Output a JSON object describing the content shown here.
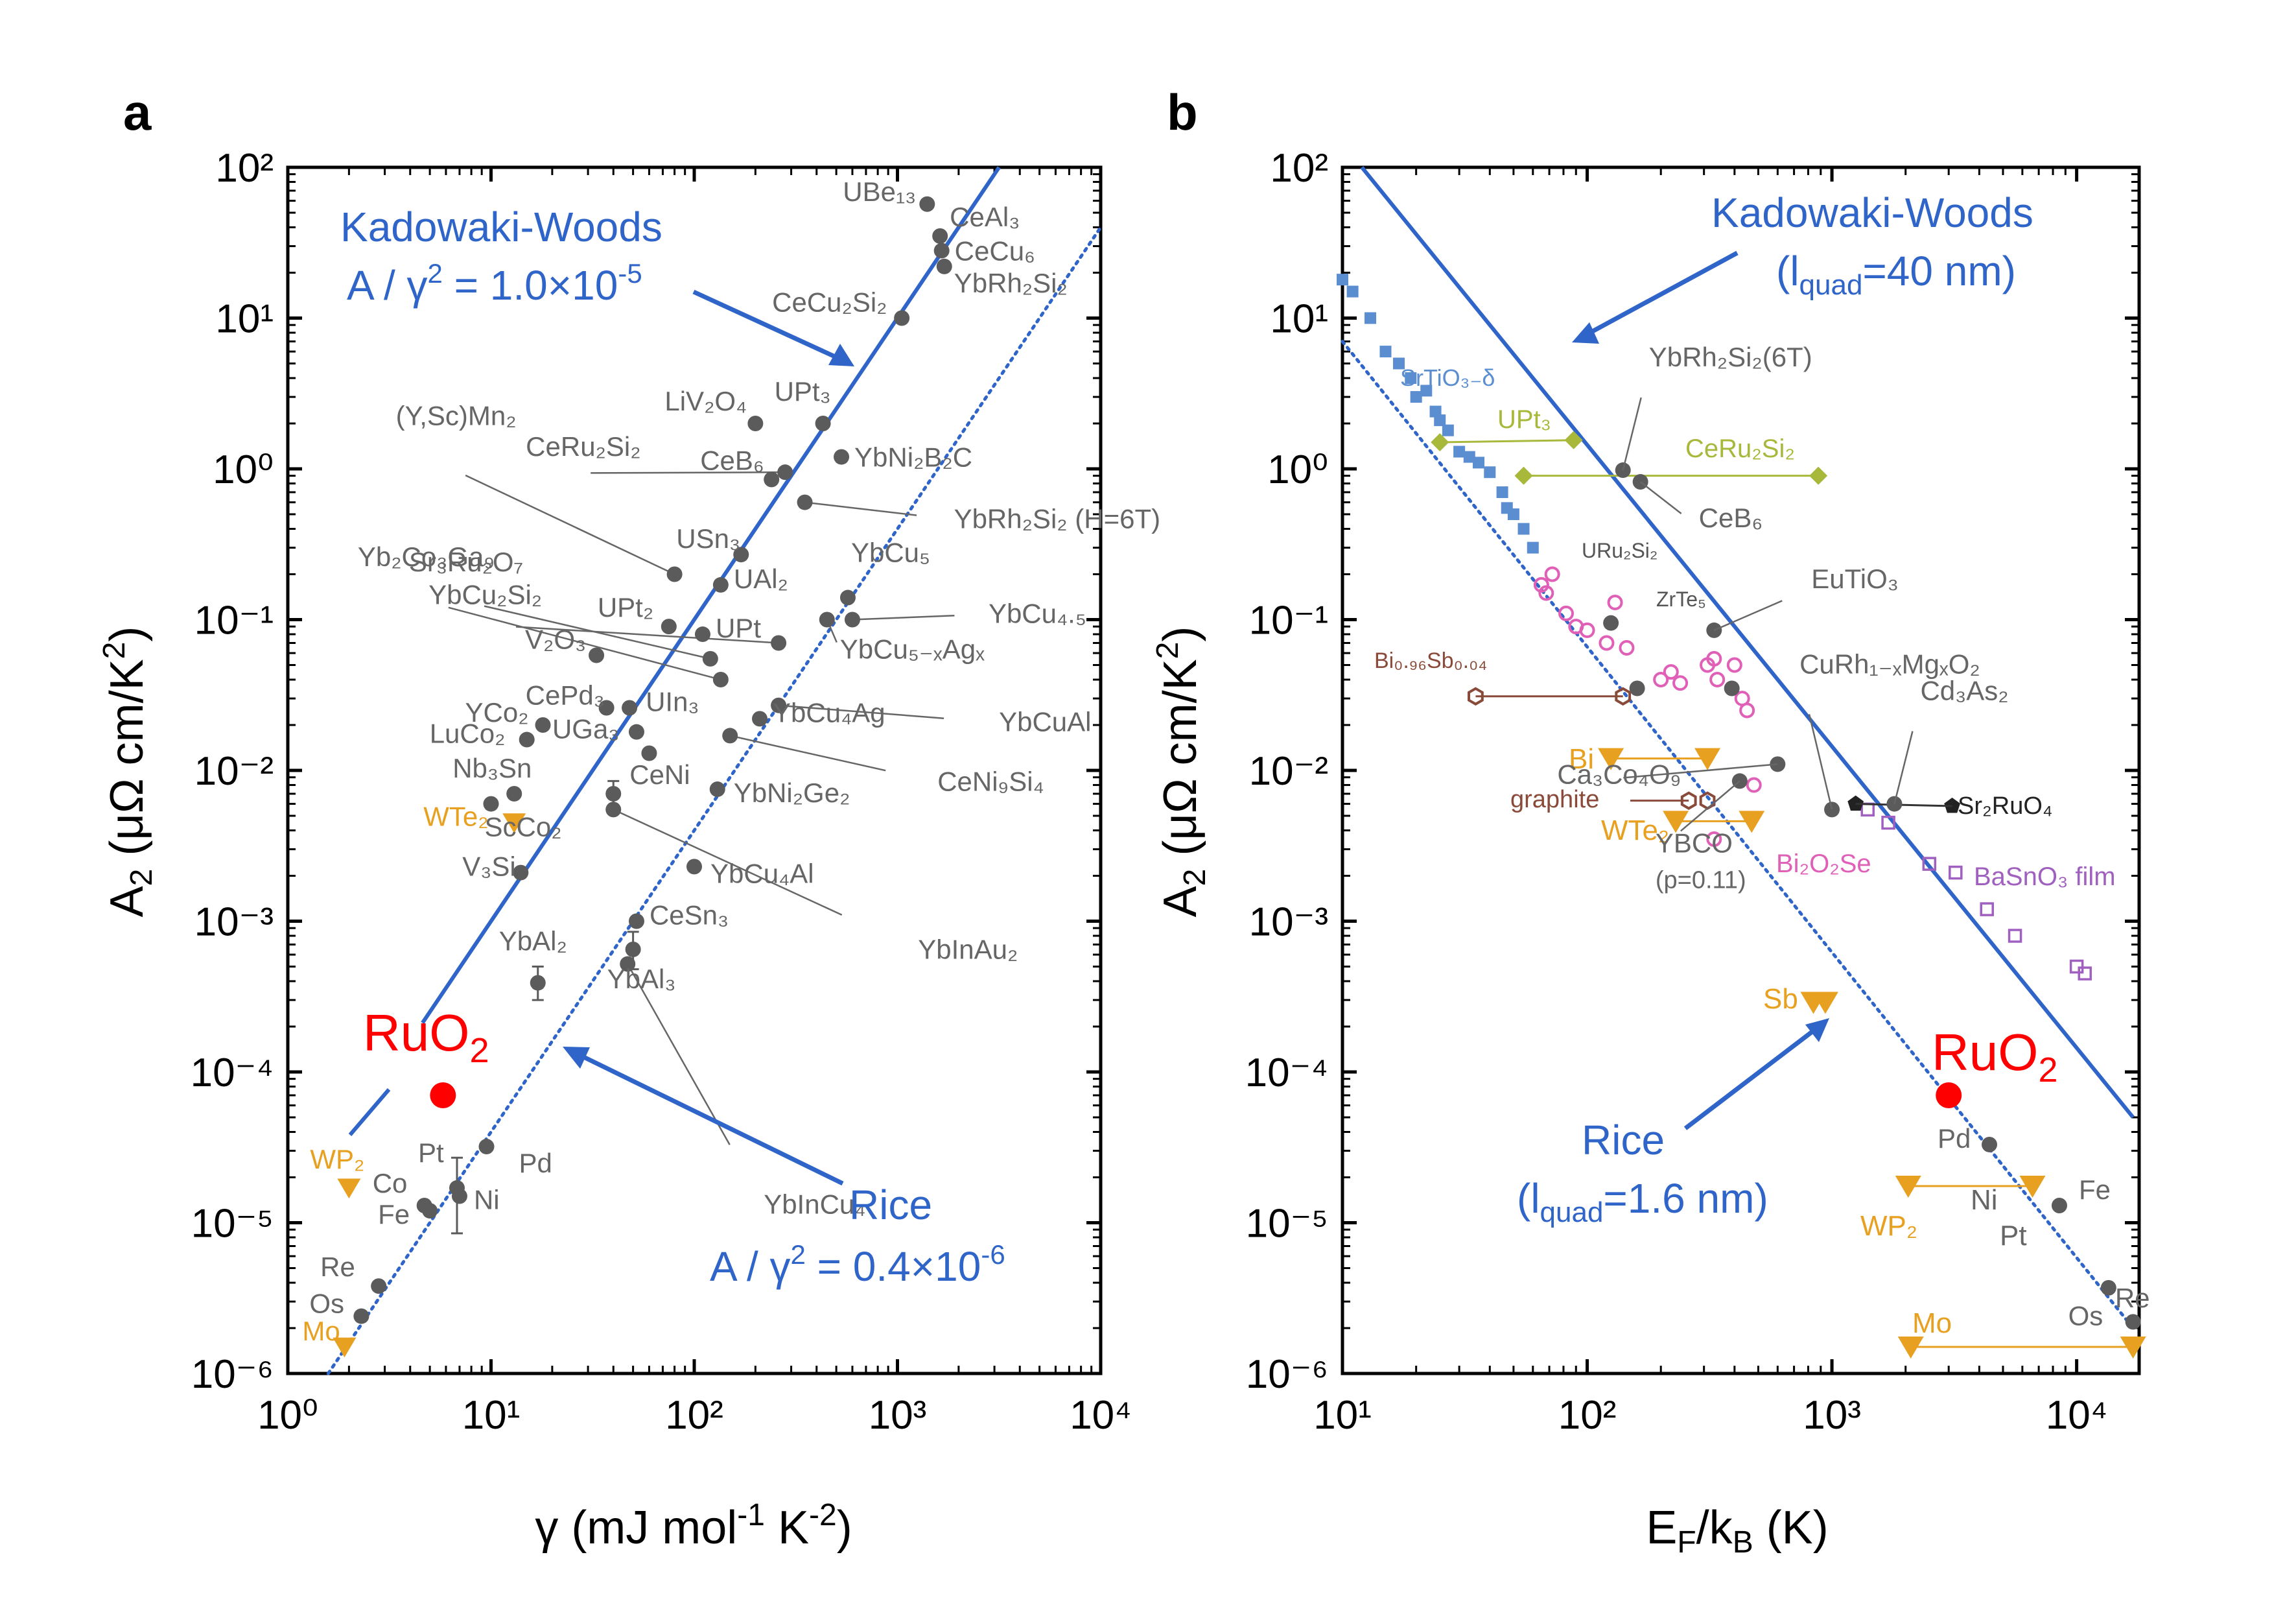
{
  "colors": {
    "blue": "#2f64c8",
    "grey": "#5b5b5b",
    "label_grey": "#666666",
    "orange": "#e8a020",
    "red": "#ff0000",
    "olive": "#a8b83a",
    "lightblue": "#5a8ed0",
    "pink": "#e060b8",
    "purple": "#a060c0",
    "brown": "#8a4a3a",
    "black": "#222222"
  },
  "chart_data": [
    {
      "type": "scatter",
      "panel": "a",
      "xlabel": "γ (mJ mol⁻¹ K⁻²)",
      "ylabel": "A₂ (μΩ cm/K²)",
      "xscale": "log",
      "yscale": "log",
      "xlim": [
        1,
        10000
      ],
      "ylim": [
        1e-06,
        100
      ],
      "xticks": [
        "10⁰",
        "10¹",
        "10²",
        "10³",
        "10⁴"
      ],
      "yticks": [
        "10⁻⁶",
        "10⁻⁵",
        "10⁻⁴",
        "10⁻³",
        "10⁻²",
        "10⁻¹",
        "10⁰",
        "10¹",
        "10²"
      ],
      "lines": [
        {
          "name": "Kadowaki-Woods",
          "ratio": 1e-05,
          "style": "solid",
          "color": "#2f64c8"
        },
        {
          "name": "Rice",
          "ratio": 4e-07,
          "style": "dotted",
          "color": "#2f64c8"
        }
      ],
      "annotations": {
        "kw_title": "Kadowaki-Woods",
        "kw_formula": "A / γ² = 1.0×10⁻⁵",
        "rice_title": "Rice",
        "rice_formula": "A / γ² = 0.4×10⁻⁶",
        "ruo2_label": "RuO₂"
      },
      "points": [
        {
          "name": "UBe₁₃",
          "x": 1400,
          "y": 57,
          "color": "grey"
        },
        {
          "name": "CeAl₃",
          "x": 1620,
          "y": 35,
          "color": "grey"
        },
        {
          "name": "CeCu₆",
          "x": 1650,
          "y": 28,
          "color": "grey"
        },
        {
          "name": "YbRh₂Si₂",
          "x": 1700,
          "y": 22,
          "color": "grey"
        },
        {
          "name": "CeCu₂Si₂",
          "x": 1050,
          "y": 10,
          "color": "grey"
        },
        {
          "name": "UPt₃",
          "x": 430,
          "y": 2.0,
          "color": "grey"
        },
        {
          "name": "LiV₂O₄",
          "x": 200,
          "y": 2.0,
          "color": "grey"
        },
        {
          "name": "YbNi₂B₂C",
          "x": 530,
          "y": 1.2,
          "color": "grey"
        },
        {
          "name": "CeB₆",
          "x": 240,
          "y": 0.85,
          "color": "grey"
        },
        {
          "name": "CeRu₂Si₂",
          "x": 280,
          "y": 0.95,
          "color": "grey"
        },
        {
          "name": "YbRh₂Si₂ (H=6T)",
          "x": 350,
          "y": 0.6,
          "color": "grey"
        },
        {
          "name": "(Y,Sc)Mn₂",
          "x": 80,
          "y": 0.2,
          "color": "grey"
        },
        {
          "name": "USn₃",
          "x": 170,
          "y": 0.27,
          "color": "grey"
        },
        {
          "name": "UAl₂",
          "x": 135,
          "y": 0.17,
          "color": "grey"
        },
        {
          "name": "YbCu₅",
          "x": 570,
          "y": 0.14,
          "color": "grey"
        },
        {
          "name": "YbCu₄.₅",
          "x": 600,
          "y": 0.1,
          "color": "grey"
        },
        {
          "name": "YbCu₅₋ₓAgₓ",
          "x": 450,
          "y": 0.1,
          "color": "grey"
        },
        {
          "name": "UPt₂",
          "x": 75,
          "y": 0.09,
          "color": "grey"
        },
        {
          "name": "UPt",
          "x": 110,
          "y": 0.08,
          "color": "grey"
        },
        {
          "name": "Sr₃Ru₂O₇",
          "x": 120,
          "y": 0.055,
          "color": "grey"
        },
        {
          "name": "Yb₂Co₃Ga₉",
          "x": 135,
          "y": 0.04,
          "color": "grey"
        },
        {
          "name": "YbCu₂Si₂",
          "x": 260,
          "y": 0.07,
          "color": "grey"
        },
        {
          "name": "YbCuAl",
          "x": 260,
          "y": 0.027,
          "color": "grey"
        },
        {
          "name": "V₂O₃",
          "x": 33,
          "y": 0.058,
          "color": "grey"
        },
        {
          "name": "CePd₃",
          "x": 37,
          "y": 0.026,
          "color": "grey"
        },
        {
          "name": "UIn₃",
          "x": 48,
          "y": 0.026,
          "color": "grey"
        },
        {
          "name": "YCo₂",
          "x": 18,
          "y": 0.02,
          "color": "grey"
        },
        {
          "name": "UGa₃",
          "x": 52,
          "y": 0.018,
          "color": "grey"
        },
        {
          "name": "LuCo₂",
          "x": 15,
          "y": 0.016,
          "color": "grey"
        },
        {
          "name": "YbCu₄Ag",
          "x": 210,
          "y": 0.022,
          "color": "grey"
        },
        {
          "name": "CeNi₉Si₄",
          "x": 150,
          "y": 0.017,
          "color": "grey"
        },
        {
          "name": "YbCu₅ (2)",
          "x": 60,
          "y": 0.013,
          "color": "grey"
        },
        {
          "name": "Nb₃Sn",
          "x": 13,
          "y": 0.007,
          "color": "grey"
        },
        {
          "name": "CeNi",
          "x": 40,
          "y": 0.007,
          "color": "grey",
          "err": [
            0.0058,
            0.0085
          ]
        },
        {
          "name": "YbNi₂Ge₂",
          "x": 130,
          "y": 0.0075,
          "color": "grey"
        },
        {
          "name": "ScCo₂",
          "x": 10,
          "y": 0.006,
          "color": "grey"
        },
        {
          "name": "YbInAu₂",
          "x": 40,
          "y": 0.0055,
          "color": "grey"
        },
        {
          "name": "V₃Si",
          "x": 14,
          "y": 0.0021,
          "color": "grey"
        },
        {
          "name": "YbCu₄Al",
          "x": 100,
          "y": 0.0023,
          "color": "grey"
        },
        {
          "name": "CeSn₃",
          "x": 52,
          "y": 0.001,
          "color": "grey"
        },
        {
          "name": "YbInCu₄",
          "x": 47,
          "y": 0.00052,
          "color": "grey"
        },
        {
          "name": "YbAl₃",
          "x": 50,
          "y": 0.00065,
          "color": "grey",
          "err": [
            0.00048,
            0.00085
          ]
        },
        {
          "name": "YbAl₂",
          "x": 17,
          "y": 0.00039,
          "color": "grey",
          "err": [
            0.0003,
            0.0005
          ]
        },
        {
          "name": "RuO₂",
          "x": 5.8,
          "y": 7e-05,
          "color": "red"
        },
        {
          "name": "Pd",
          "x": 9.5,
          "y": 3.2e-05,
          "color": "grey"
        },
        {
          "name": "Pt",
          "x": 6.8,
          "y": 1.7e-05,
          "color": "grey",
          "err": [
            8.5e-06,
            2.7e-05
          ]
        },
        {
          "name": "Ni",
          "x": 7.0,
          "y": 1.5e-05,
          "color": "grey"
        },
        {
          "name": "Co",
          "x": 4.7,
          "y": 1.3e-05,
          "color": "grey"
        },
        {
          "name": "Fe",
          "x": 5.0,
          "y": 1.2e-05,
          "color": "grey"
        },
        {
          "name": "Re",
          "x": 2.8,
          "y": 3.8e-06,
          "color": "grey"
        },
        {
          "name": "Os",
          "x": 2.3,
          "y": 2.4e-06,
          "color": "grey"
        },
        {
          "name": "WTe₂",
          "x": 13,
          "y": 0.0045,
          "color": "orange",
          "marker": "tri"
        },
        {
          "name": "WP₂",
          "x": 2.0,
          "y": 1.7e-05,
          "color": "orange",
          "marker": "tri"
        },
        {
          "name": "Mo",
          "x": 1.9,
          "y": 1.5e-06,
          "color": "orange",
          "marker": "tri"
        }
      ]
    },
    {
      "type": "scatter",
      "panel": "b",
      "xlabel": "E_F/k_B (K)",
      "ylabel": "A₂ (μΩ cm/K²)",
      "xscale": "log",
      "yscale": "log",
      "xlim": [
        10,
        18000
      ],
      "ylim": [
        1e-06,
        100
      ],
      "xticks": [
        "10¹",
        "10²",
        "10³",
        "10⁴"
      ],
      "yticks": [
        "10⁻⁶",
        "10⁻⁵",
        "10⁻⁴",
        "10⁻³",
        "10⁻²",
        "10⁻¹",
        "10⁰",
        "10¹",
        "10²"
      ],
      "annotations": {
        "kw_title": "Kadowaki-Woods",
        "kw_sub": "(l_quad=40 nm)",
        "rice_title": "Rice",
        "rice_sub": "(l_quad=1.6 nm)",
        "ruo2_label": "RuO₂"
      },
      "lines": [
        {
          "name": "Kadowaki-Woods",
          "x": [
            12,
            17000
          ],
          "y": [
            100,
            5e-05
          ],
          "style": "solid"
        },
        {
          "name": "Rice",
          "x": [
            10,
            17000
          ],
          "y": [
            7,
            2e-06
          ],
          "style": "dotted"
        }
      ],
      "points": [
        {
          "name": "YbRh₂Si₂(6T)",
          "x": 140,
          "y": 0.98,
          "color": "grey"
        },
        {
          "name": "CeB₆",
          "x": 165,
          "y": 0.82,
          "color": "grey"
        },
        {
          "name": "URu₂Si₂",
          "x": 125,
          "y": 0.095,
          "color": "grey"
        },
        {
          "name": "EuTiO₃",
          "x": 330,
          "y": 0.085,
          "color": "grey"
        },
        {
          "name": "ZrTe₅",
          "x": 390,
          "y": 0.035,
          "color": "grey"
        },
        {
          "name": "Bi₀.₉₆Sb₀.₀₄",
          "x": 160,
          "y": 0.035,
          "color": "grey"
        },
        {
          "name": "Ca₃Co₄O₉",
          "x": 600,
          "y": 0.011,
          "color": "grey"
        },
        {
          "name": "YBCO",
          "x": 420,
          "y": 0.0085,
          "color": "grey"
        },
        {
          "name": "CuRh₁₋ₓMgₓO₂",
          "x": 1000,
          "y": 0.0055,
          "color": "grey"
        },
        {
          "name": "Cd₃As₂",
          "x": 1800,
          "y": 0.006,
          "color": "grey"
        },
        {
          "name": "RuO₂",
          "x": 3000,
          "y": 7e-05,
          "color": "red"
        },
        {
          "name": "Pd",
          "x": 4400,
          "y": 3.3e-05,
          "color": "grey"
        },
        {
          "name": "Fe",
          "x": 8500,
          "y": 1.3e-05,
          "color": "grey"
        },
        {
          "name": "Re",
          "x": 13500,
          "y": 3.7e-06,
          "color": "grey"
        },
        {
          "name": "Os",
          "x": 17000,
          "y": 2.2e-06,
          "color": "grey"
        }
      ]
    }
  ],
  "panel_a": {
    "letter": "a",
    "ylabel_main": "A",
    "ylabel_sub": "2",
    "ylabel_rest": " (μΩ cm/K",
    "ylabel_sup": "2",
    "ylabel_end": ")",
    "xlabel_a": "γ (mJ mol",
    "xlabel_sup1": "-1",
    "xlabel_b": " K",
    "xlabel_sup2": "-2",
    "xlabel_c": ")",
    "kw_title": "Kadowaki-Woods",
    "kw_formula_a": "A / γ",
    "kw_formula_sup": "2",
    "kw_formula_b": " = 1.0×10",
    "kw_formula_exp": "-5",
    "rice_title": "Rice",
    "rice_formula_a": "A / γ",
    "rice_formula_sup": "2",
    "rice_formula_b": " = 0.4×10",
    "rice_formula_exp": "-6",
    "ruo2_a": "RuO",
    "ruo2_sub": "2"
  },
  "panel_b": {
    "letter": "b",
    "xlabel_a": "E",
    "xlabel_sub1": "F",
    "xlabel_b": "/k",
    "xlabel_sub2": "B",
    "xlabel_c": " (K)",
    "kw_title": "Kadowaki-Woods",
    "kw_sub_a": "(l",
    "kw_sub_sub": "quad",
    "kw_sub_b": "=40 nm)",
    "rice_title": "Rice",
    "rice_sub_a": "(l",
    "rice_sub_sub": "quad",
    "rice_sub_b": "=1.6 nm)",
    "ruo2_a": "RuO",
    "ruo2_sub": "2"
  }
}
